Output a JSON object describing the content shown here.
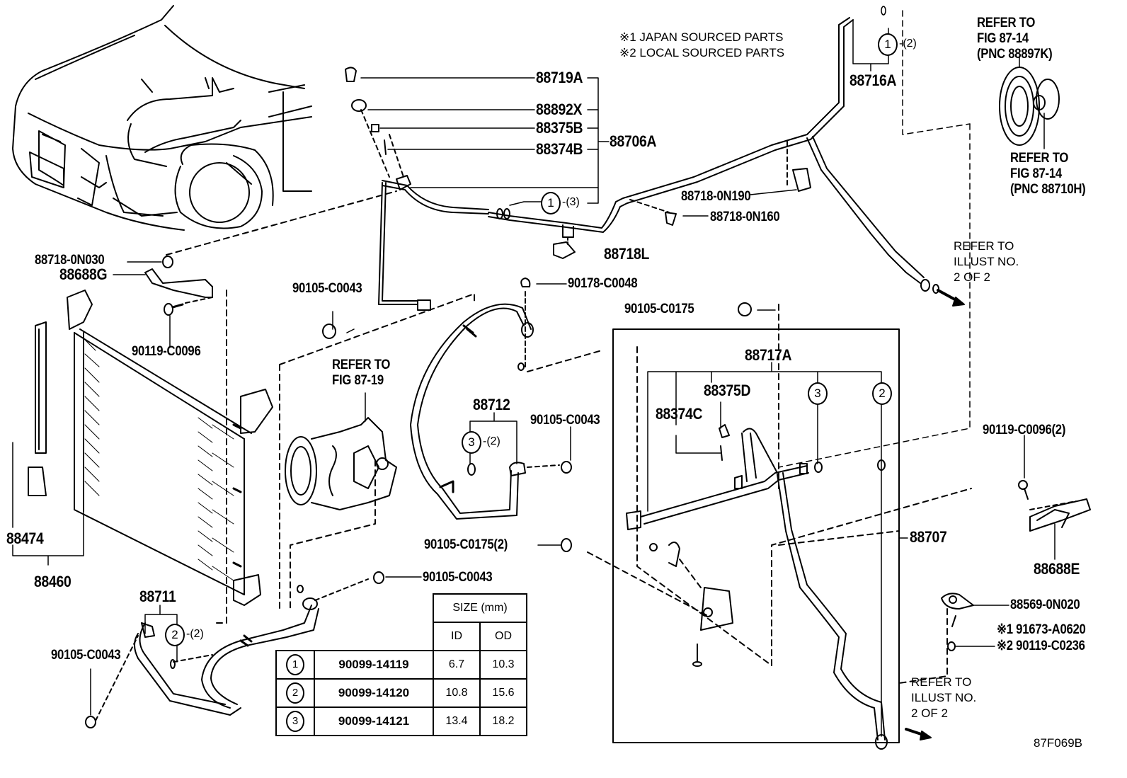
{
  "figure_id": "87F069B",
  "notes": {
    "line1": "※1 JAPAN SOURCED PARTS",
    "line2": "※2 LOCAL SOURCED PARTS"
  },
  "references": {
    "fig_87_14_a": "REFER TO\nFIG 87-14\n(PNC 88897K)",
    "fig_87_14_b": "REFER TO\nFIG 87-14\n(PNC 88710H)",
    "illust_2of2_upper": "REFER TO\nILLUST NO.\n2 OF 2",
    "illust_2of2_lower": "REFER TO\nILLUST NO.\n2 OF 2",
    "fig_87_19": "REFER TO\nFIG 87-19"
  },
  "callouts": {
    "p88719A": "88719A",
    "p88892X": "88892X",
    "p88375B": "88375B",
    "p88374B": "88374B",
    "p88706A": "88706A",
    "p88716A": "88716A",
    "p88718_0N190": "88718-0N190",
    "p88718_0N160": "88718-0N160",
    "p88718L": "88718L",
    "p88718_0N030": "88718-0N030",
    "p88688G": "88688G",
    "p90105_C0043_a": "90105-C0043",
    "p90178_C0048": "90178-C0048",
    "p90105_C0175": "90105-C0175",
    "p90119_C0096": "90119-C0096",
    "p88717A": "88717A",
    "p88375D": "88375D",
    "p88374C": "88374C",
    "p88712": "88712",
    "p90105_C0043_b": "90105-C0043",
    "p90119_C0096_2": "90119-C0096(2)",
    "p88474": "88474",
    "p88460": "88460",
    "p88707": "88707",
    "p90105_C0175_2": "90105-C0175(2)",
    "p88688E": "88688E",
    "p90105_C0043_c": "90105-C0043",
    "p88711": "88711",
    "p90105_C0043_d": "90105-C0043",
    "p88569_0N020": "88569-0N020",
    "p91673_A0620": "※1 91673-A0620",
    "p90119_C0236": "※2 90119-C0236"
  },
  "oring_refs": [
    {
      "num": "1",
      "qty": "-(2)",
      "parent": "88716A"
    },
    {
      "num": "1",
      "qty": "-(3)",
      "parent": "88706A"
    },
    {
      "num": "3",
      "qty": "-(2)",
      "parent": "88712"
    },
    {
      "num": "3",
      "qty": "",
      "parent": "88717A"
    },
    {
      "num": "2",
      "qty": "",
      "parent": "88717A"
    },
    {
      "num": "2",
      "qty": "-(2)",
      "parent": "88711"
    }
  ],
  "size_table": {
    "header": "SIZE (mm)",
    "col_id": "ID",
    "col_od": "OD",
    "rows": [
      {
        "num": "1",
        "part": "90099-14119",
        "id": "6.7",
        "od": "10.3"
      },
      {
        "num": "2",
        "part": "90099-14120",
        "id": "10.8",
        "od": "15.6"
      },
      {
        "num": "3",
        "part": "90099-14121",
        "id": "13.4",
        "od": "18.2"
      }
    ]
  }
}
